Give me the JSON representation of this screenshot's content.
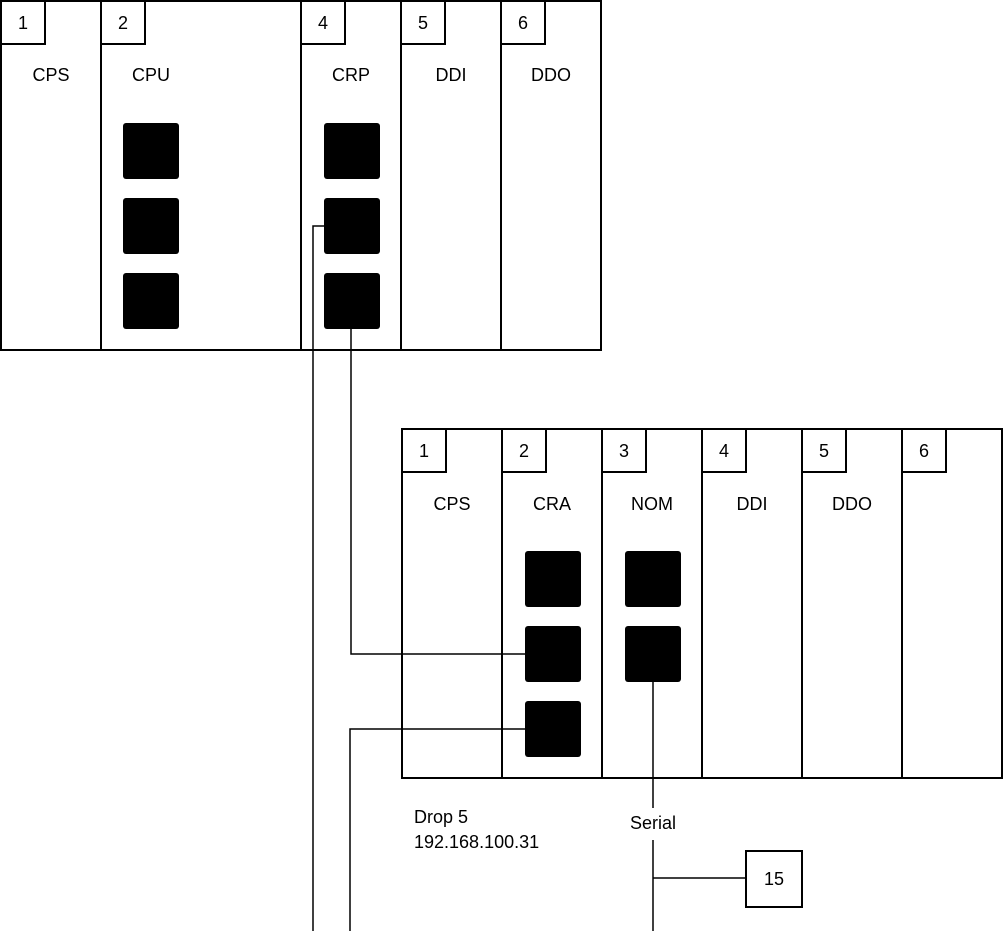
{
  "main_rack": {
    "slots": [
      {
        "number": "1",
        "module": "CPS",
        "ports": 0
      },
      {
        "number": "2",
        "module": "CPU",
        "ports": 3
      },
      {
        "number": "4",
        "module": "CRP",
        "ports": 3
      },
      {
        "number": "5",
        "module": "DDI",
        "ports": 0
      },
      {
        "number": "6",
        "module": "DDO",
        "ports": 0
      }
    ]
  },
  "drop_rack": {
    "slots": [
      {
        "number": "1",
        "module": "CPS",
        "ports": 0
      },
      {
        "number": "2",
        "module": "CRA",
        "ports": 3
      },
      {
        "number": "3",
        "module": "NOM",
        "ports": 2
      },
      {
        "number": "4",
        "module": "DDI",
        "ports": 0
      },
      {
        "number": "5",
        "module": "DDO",
        "ports": 0
      },
      {
        "number": "6",
        "module": "",
        "ports": 0
      }
    ],
    "drop_label": "Drop 5",
    "ip_address": "192.168.100.31"
  },
  "serial_label": "Serial",
  "serial_device": "15",
  "colors": {
    "line": "#000000",
    "port": "#000000",
    "background": "#ffffff"
  }
}
